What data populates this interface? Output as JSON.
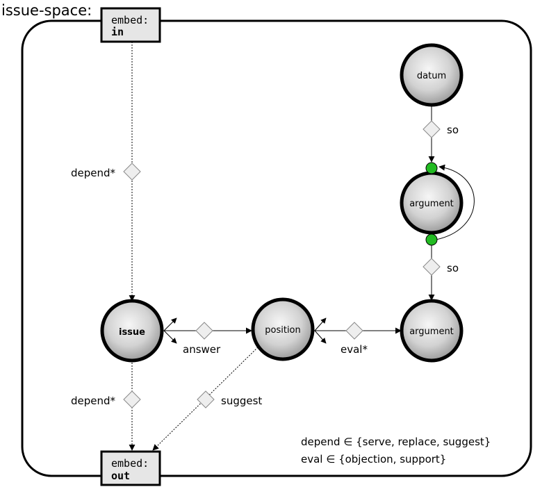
{
  "space": {
    "label": "issue-space:"
  },
  "embed_in": {
    "line1": "embed:",
    "line2": "in"
  },
  "embed_out": {
    "line1": "embed:",
    "line2": "out"
  },
  "nodes": {
    "datum": "datum",
    "argument_top": "argument",
    "argument_bottom": "argument",
    "issue": "issue",
    "position": "position"
  },
  "edges": {
    "depend_in": "depend*",
    "depend_out": "depend*",
    "answer": "answer",
    "eval": "eval*",
    "suggest": "suggest",
    "so_top": "so",
    "so_bottom": "so"
  },
  "legend": {
    "line1": "depend ∈ {serve, replace, suggest}",
    "line2": "eval ∈ {objection, support}"
  },
  "colors": {
    "node_fill_center": "#f4f4f4",
    "node_fill_edge": "#9a9a9a",
    "connector_green": "#22bb22",
    "diamond_fill": "#eeeeee"
  }
}
